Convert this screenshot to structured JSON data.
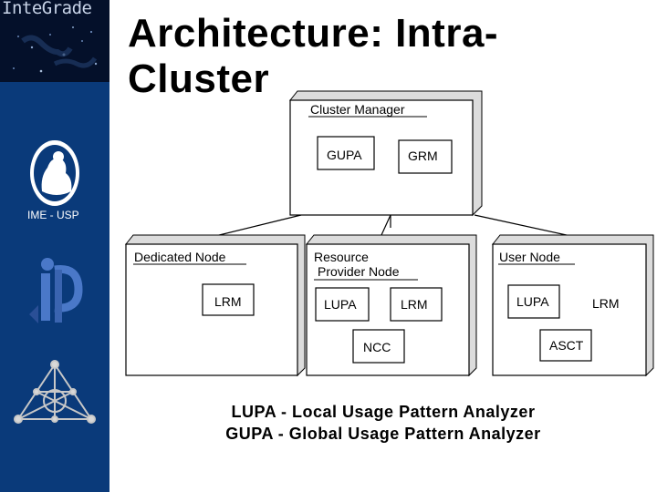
{
  "sidebar": {
    "banner_text": "InteGrade",
    "ime_caption": "IME - USP"
  },
  "slide": {
    "title_line1": "Architecture: Intra-",
    "title_line2": "Cluster"
  },
  "diagram": {
    "cluster_manager": {
      "label": "Cluster Manager",
      "components": [
        "GUPA",
        "GRM"
      ]
    },
    "dedicated_node": {
      "label": "Dedicated Node",
      "components": [
        "LRM"
      ]
    },
    "resource_provider_node": {
      "label_line1": "Resource",
      "label_line2": "Provider Node",
      "components": [
        "LUPA",
        "LRM",
        "NCC"
      ]
    },
    "user_node": {
      "label": "User Node",
      "components": [
        "LUPA",
        "LRM",
        "ASCT"
      ]
    }
  },
  "legend": {
    "line1": "LUPA - Local Usage Pattern Analyzer",
    "line2": "GUPA - Global Usage Pattern Analyzer"
  },
  "colors": {
    "sidebar": "#0a3a7a",
    "banner": "#04102a",
    "box_shadow": "#c8c8c8"
  }
}
